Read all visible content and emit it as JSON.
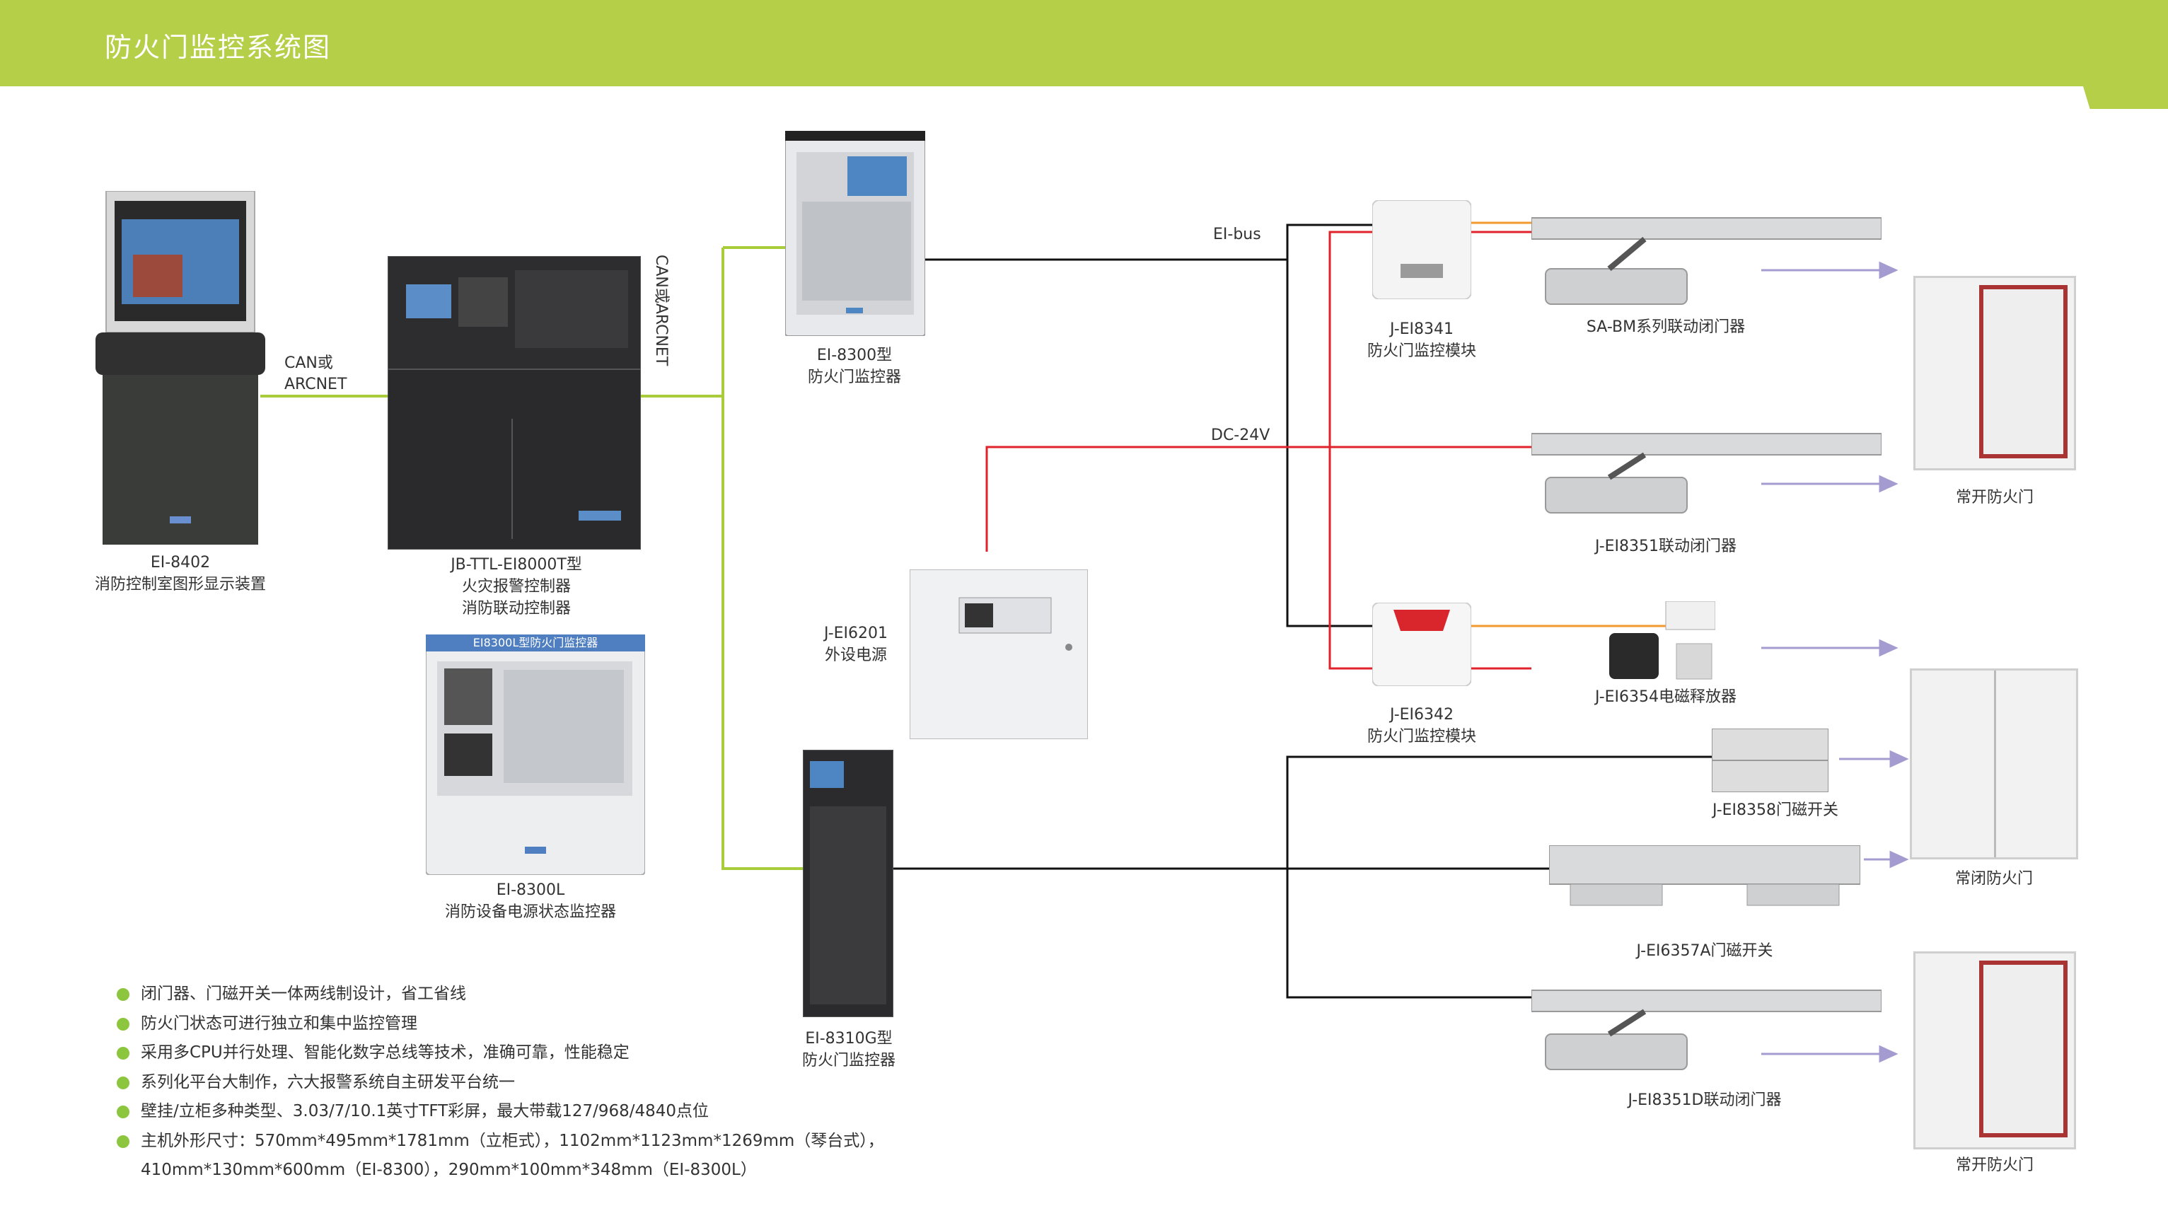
{
  "header": {
    "title": "防火门监控系统图"
  },
  "colors": {
    "accent": "#b5cf49",
    "bus_green": "#a8cc3a",
    "power_red": "#e0222a",
    "signal_orange": "#f29a2e",
    "arrow_purple": "#a49bd0",
    "bullet": "#8cc63f"
  },
  "labels": {
    "can_arcnet_1": "CAN或",
    "can_arcnet_2": "ARCNET",
    "can_arcnet_vertical": "CAN或ARCNET",
    "ei_bus": "EI-bus",
    "dc24v": "DC-24V"
  },
  "devices": {
    "ei8402": {
      "line1": "EI-8402",
      "line2": "消防控制室图形显示装置"
    },
    "ei8000t": {
      "line1": "JB-TTL-EI8000T型",
      "line2": "火灾报警控制器",
      "line3": "消防联动控制器"
    },
    "ei8300": {
      "line1": "EI-8300型",
      "line2": "防火门监控器"
    },
    "ei8300l": {
      "panel_title": "EI8300L型防火门监控器",
      "line1": "EI-8300L",
      "line2": "消防设备电源状态监控器"
    },
    "ei6201": {
      "line1": "J-EI6201",
      "line2": "外设电源"
    },
    "ei8310g": {
      "line1": "EI-8310G型",
      "line2": "防火门监控器"
    },
    "ei8341": {
      "line1": "J-EI8341",
      "line2": "防火门监控模块"
    },
    "ei6342": {
      "line1": "J-EI6342",
      "line2": "防火门监控模块"
    },
    "sabm": {
      "label": "SA-BM系列联动闭门器"
    },
    "ei8351": {
      "label": "J-EI8351联动闭门器"
    },
    "ei6354": {
      "label": "J-EI6354电磁释放器"
    },
    "ei8358": {
      "label": "J-EI8358门磁开关"
    },
    "ei6357a": {
      "label": "J-EI6357A门磁开关"
    },
    "ei8351d": {
      "label": "J-EI8351D联动闭门器"
    }
  },
  "doors": {
    "open1": "常开防火门",
    "closed": "常闭防火门",
    "open2": "常开防火门"
  },
  "features": [
    "闭门器、门磁开关一体两线制设计，省工省线",
    "防火门状态可进行独立和集中监控管理",
    "采用多CPU并行处理、智能化数字总线等技术，准确可靠，性能稳定",
    "系列化平台大制作，六大报警系统自主研发平台统一",
    "壁挂/立柜多种类型、3.03/7/10.1英寸TFT彩屏，最大带载127/968/4840点位",
    "主机外形尺寸：570mm*495mm*1781mm（立柜式），1102mm*1123mm*1269mm（琴台式），",
    "410mm*130mm*600mm（EI-8300），290mm*100mm*348mm（EI-8300L）"
  ]
}
